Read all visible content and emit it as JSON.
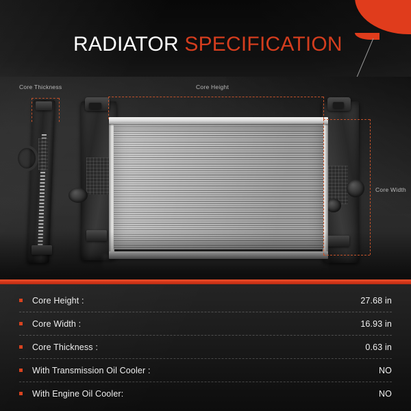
{
  "header": {
    "title_part1": "RADIATOR",
    "title_part2": "SPECIFICATION",
    "accent_color": "#d43d1e",
    "background_color": "#0d0d0d"
  },
  "diagram": {
    "labels": {
      "core_thickness": "Core Thickness",
      "core_height": "Core Height",
      "core_width": "Core Width"
    },
    "measure_line_color": "#c2522a",
    "product": "radiator-assembly"
  },
  "divider": {
    "color": "#d8371a"
  },
  "specs": {
    "bullet_color": "#d8431f",
    "rows": [
      {
        "label": "Core Height :",
        "value": "27.68 in"
      },
      {
        "label": "Core Width :",
        "value": "16.93 in"
      },
      {
        "label": "Core Thickness :",
        "value": "0.63 in"
      },
      {
        "label": "With Transmission Oil Cooler :",
        "value": "NO"
      },
      {
        "label": "With Engine Oil Cooler:",
        "value": "NO"
      }
    ]
  }
}
